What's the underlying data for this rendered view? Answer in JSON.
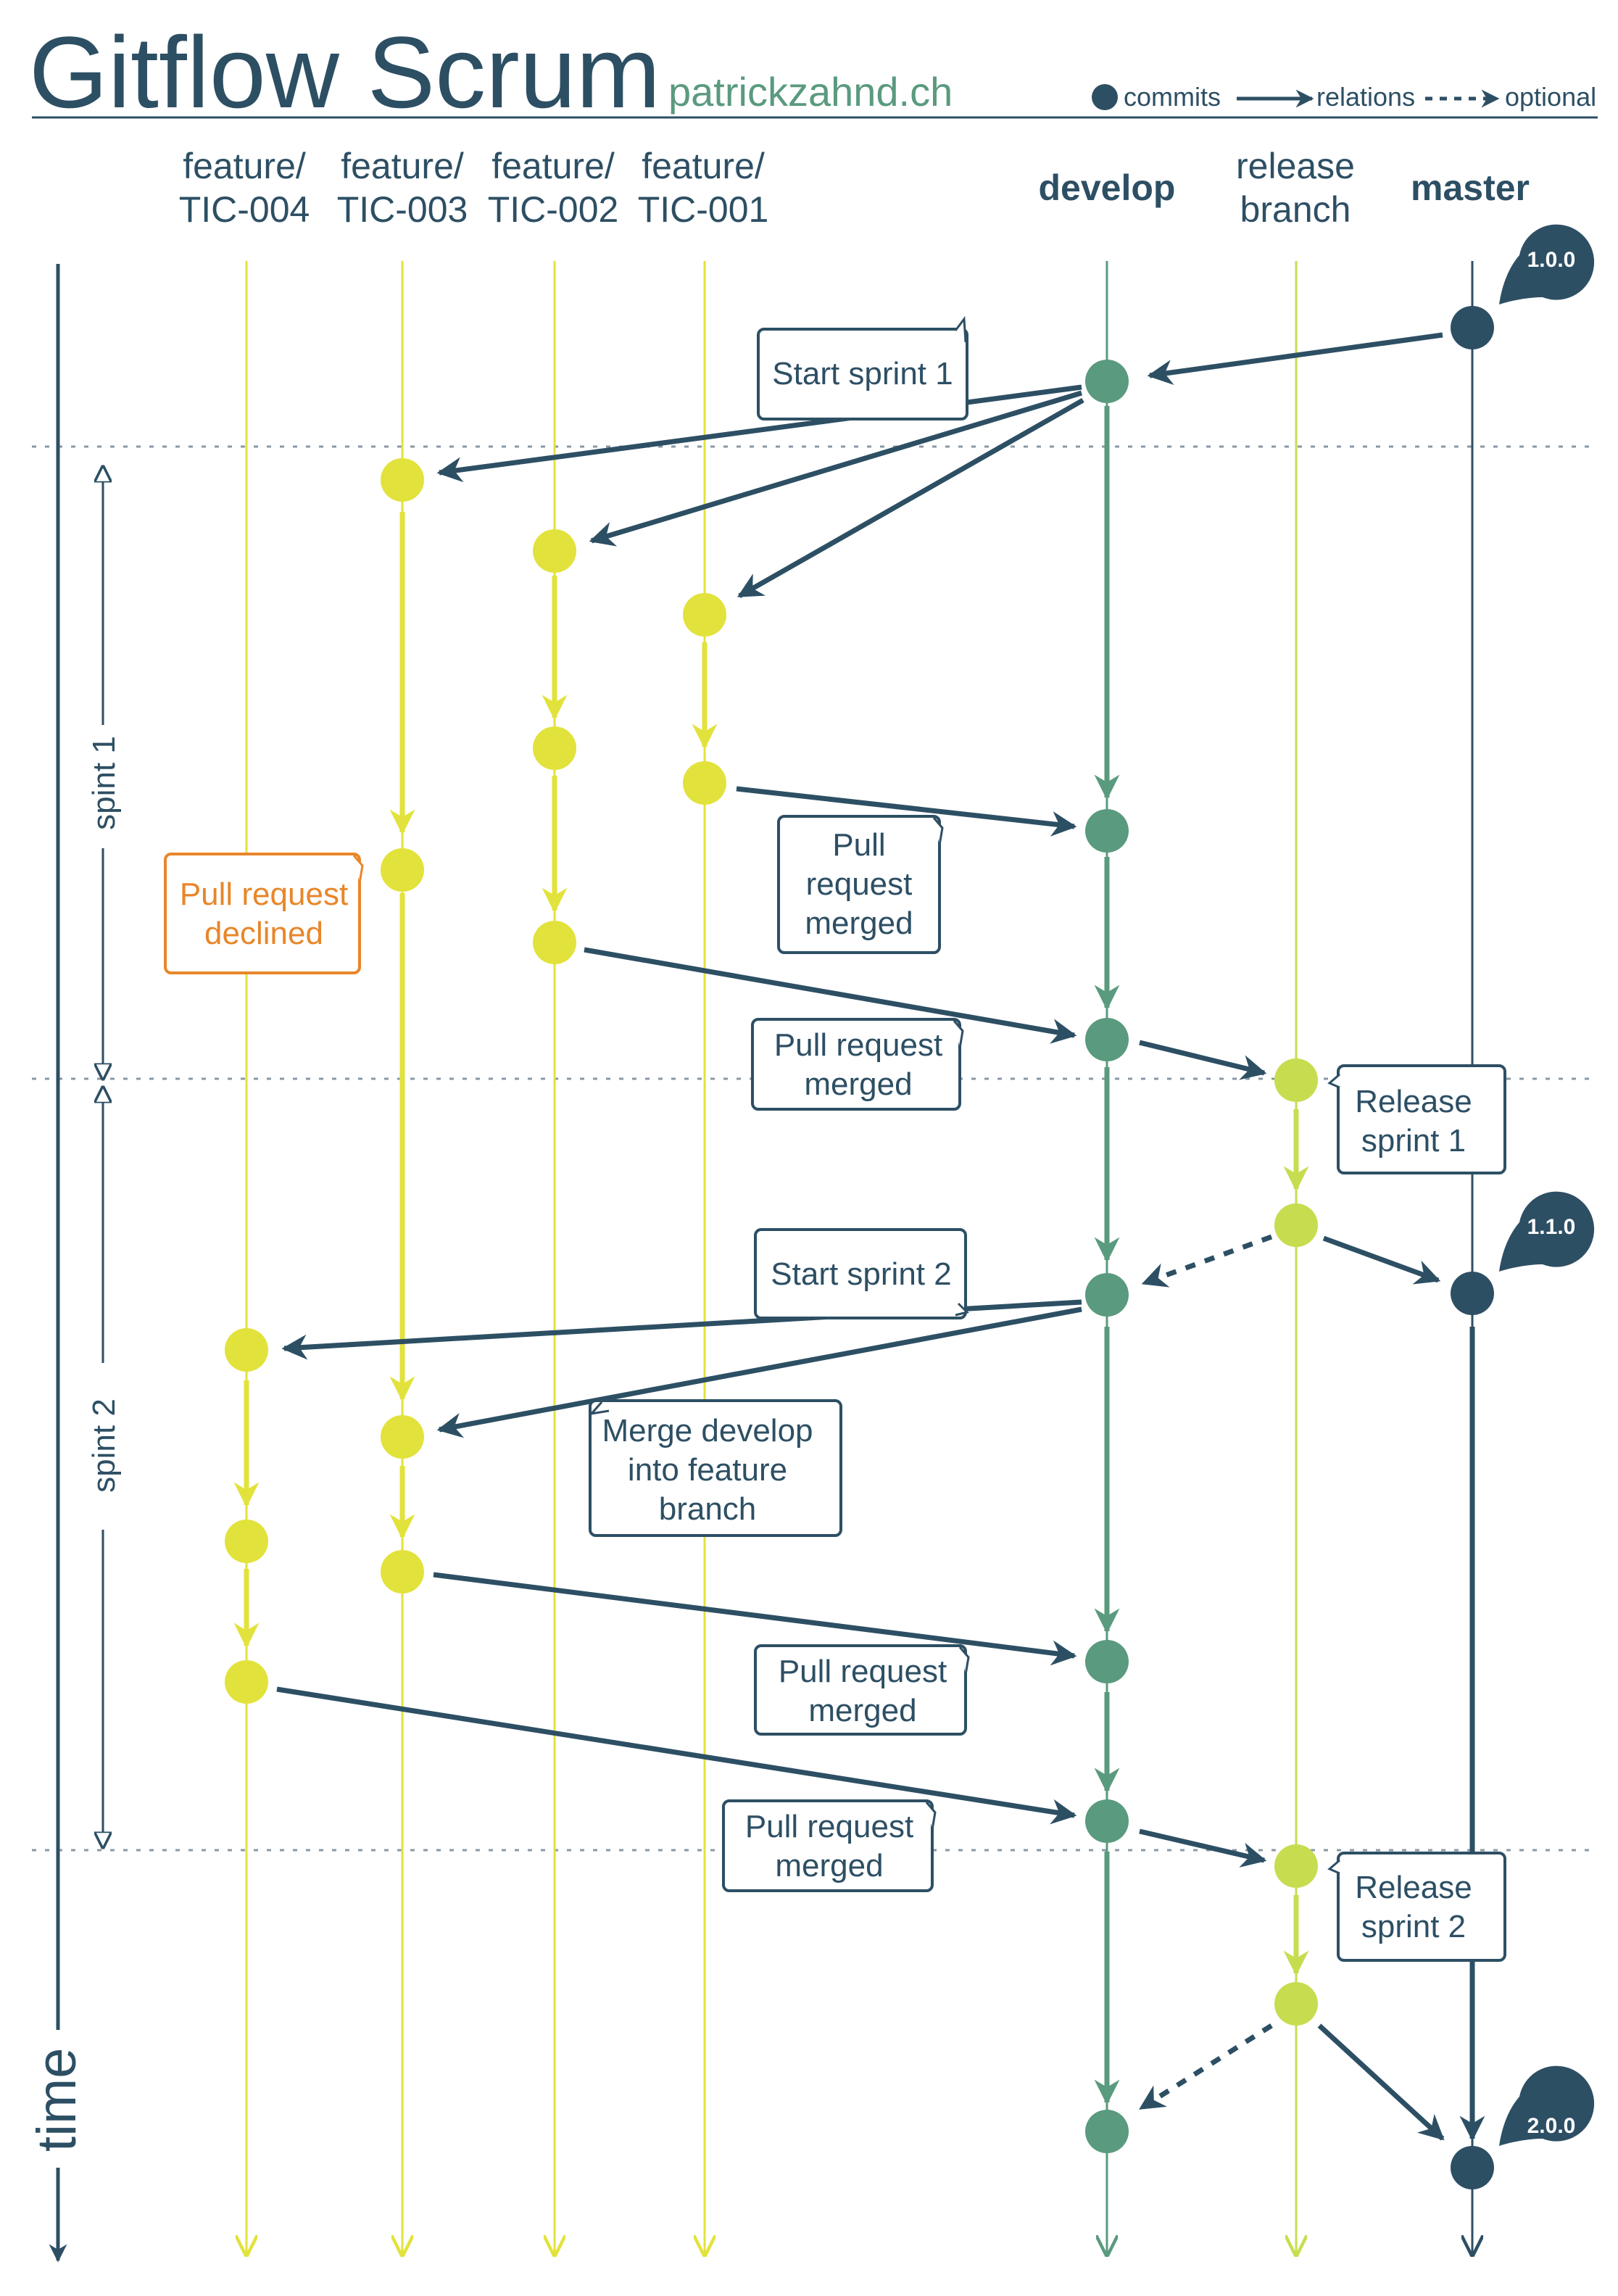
{
  "title": "Gitflow Scrum",
  "subtitle": "patrickzahnd.ch",
  "legend": {
    "commits": "commits",
    "relations": "relations",
    "optional": "optional"
  },
  "columns": {
    "tic004_line1": "feature/",
    "tic004_line2": "TIC-004",
    "tic003_line1": "feature/",
    "tic003_line2": "TIC-003",
    "tic002_line1": "feature/",
    "tic002_line2": "TIC-002",
    "tic001_line1": "feature/",
    "tic001_line2": "TIC-001",
    "develop": "develop",
    "release_line1": "release",
    "release_line2": "branch",
    "master": "master"
  },
  "callouts": {
    "start1": "Start sprint 1",
    "pr1_line1": "Pull",
    "pr1_line2": "request",
    "pr1_line3": "merged",
    "declined_line1": "Pull request",
    "declined_line2": "declined",
    "pr2_line1": "Pull request",
    "pr2_line2": "merged",
    "rel1_line1": "Release",
    "rel1_line2": "sprint 1",
    "start2": "Start sprint 2",
    "merge_line1": "Merge develop",
    "merge_line2": "into feature",
    "merge_line3": "branch",
    "pr3_line1": "Pull request",
    "pr3_line2": "merged",
    "pr4_line1": "Pull request",
    "pr4_line2": "merged",
    "rel2_line1": "Release",
    "rel2_line2": "sprint 2"
  },
  "sprints": {
    "s1": "spint 1",
    "s2": "spint 2"
  },
  "time": "time",
  "tags": {
    "v1": "1.0.0",
    "v2": "1.1.0",
    "v3": "2.0.0"
  },
  "colors": {
    "navy": "#2d4f64",
    "develop": "#5a9a7e",
    "feature": "#e2e23c",
    "release": "#c8dc50",
    "declined": "#e8862a"
  }
}
